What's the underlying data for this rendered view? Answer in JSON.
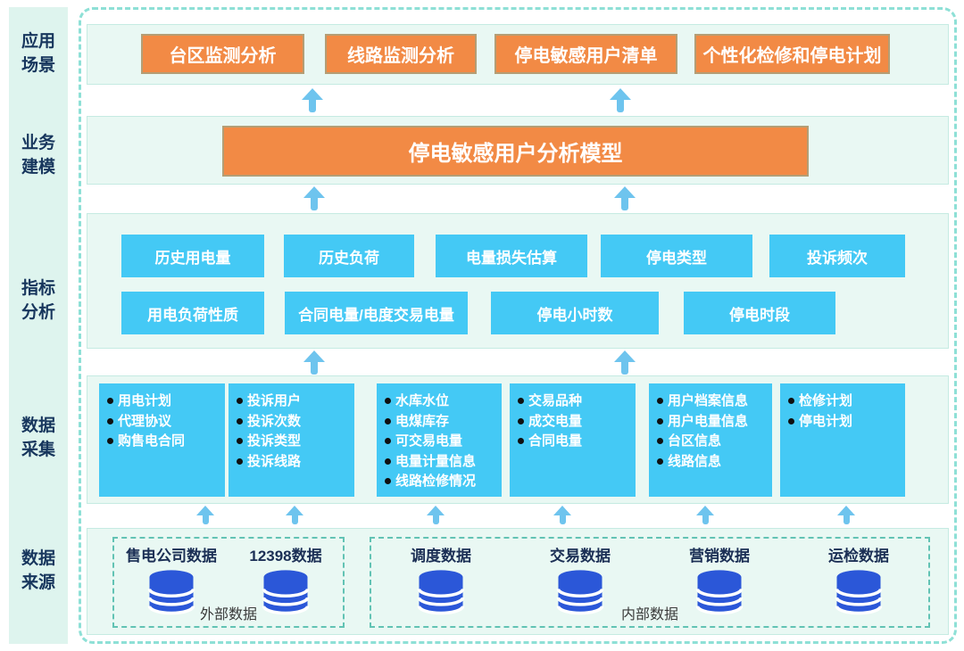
{
  "sidebar": {
    "items": [
      {
        "label": "应用\n场景"
      },
      {
        "label": "业务\n建模"
      },
      {
        "label": "指标\n分析"
      },
      {
        "label": "数据\n采集"
      },
      {
        "label": "数据\n来源"
      }
    ]
  },
  "application": {
    "buttons": [
      "台区监测分析",
      "线路监测分析",
      "停电敏感用户清单",
      "个性化检修和停电计划"
    ]
  },
  "model": {
    "title": "停电敏感用户分析模型"
  },
  "indicators": {
    "row1": [
      "历史用电量",
      "历史负荷",
      "电量损失估算",
      "停电类型",
      "投诉频次"
    ],
    "row2": [
      "用电负荷性质",
      "合同电量/电度交易电量",
      "停电小时数",
      "停电时段"
    ]
  },
  "collection": {
    "boxes": [
      {
        "items": [
          "用电计划",
          "代理协议",
          "购售电合同"
        ]
      },
      {
        "items": [
          "投诉用户",
          "投诉次数",
          "投诉类型",
          "投诉线路"
        ]
      },
      {
        "items": [
          "水库水位",
          "电煤库存",
          "可交易电量",
          "电量计量信息",
          "线路检修情况"
        ]
      },
      {
        "items": [
          "交易品种",
          "成交电量",
          "合同电量"
        ]
      },
      {
        "items": [
          "用户档案信息",
          "用户电量信息",
          "台区信息",
          "线路信息"
        ]
      },
      {
        "items": [
          "检修计划",
          "停电计划"
        ]
      }
    ]
  },
  "sources": {
    "external": {
      "label": "外部数据",
      "databases": [
        "售电公司数据",
        "12398数据"
      ]
    },
    "internal": {
      "label": "内部数据",
      "databases": [
        "调度数据",
        "交易数据",
        "营销数据",
        "运检数据"
      ]
    }
  },
  "colors": {
    "accent_orange": "#f28a45",
    "accent_blue": "#44c9f5",
    "database_blue": "#2b57d8",
    "arrow_blue": "#6ec4ee",
    "frame_teal": "#8ee0d6",
    "sidebar_mint": "#def4ee",
    "band_mint": "#e9f8f3"
  }
}
